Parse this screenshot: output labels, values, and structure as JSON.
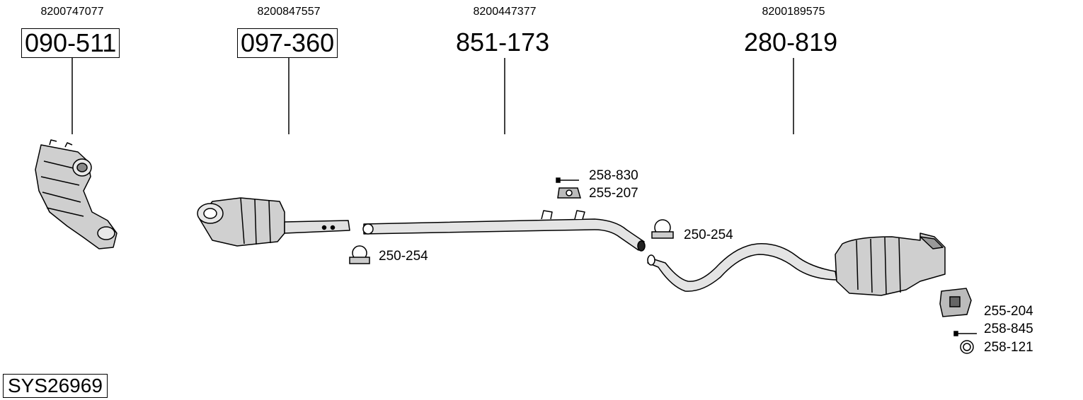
{
  "parts": [
    {
      "oe": "8200747077",
      "number": "090-511",
      "boxed": true
    },
    {
      "oe": "8200847557",
      "number": "097-360",
      "boxed": true
    },
    {
      "oe": "8200447377",
      "number": "851-173",
      "boxed": false
    },
    {
      "oe": "8200189575",
      "number": "280-819",
      "boxed": false
    }
  ],
  "accessories": [
    {
      "number": "250-254"
    },
    {
      "number": "258-830"
    },
    {
      "number": "255-207"
    },
    {
      "number": "250-254"
    },
    {
      "number": "255-204"
    },
    {
      "number": "258-845"
    },
    {
      "number": "258-121"
    }
  ],
  "system_id": "SYS26969"
}
